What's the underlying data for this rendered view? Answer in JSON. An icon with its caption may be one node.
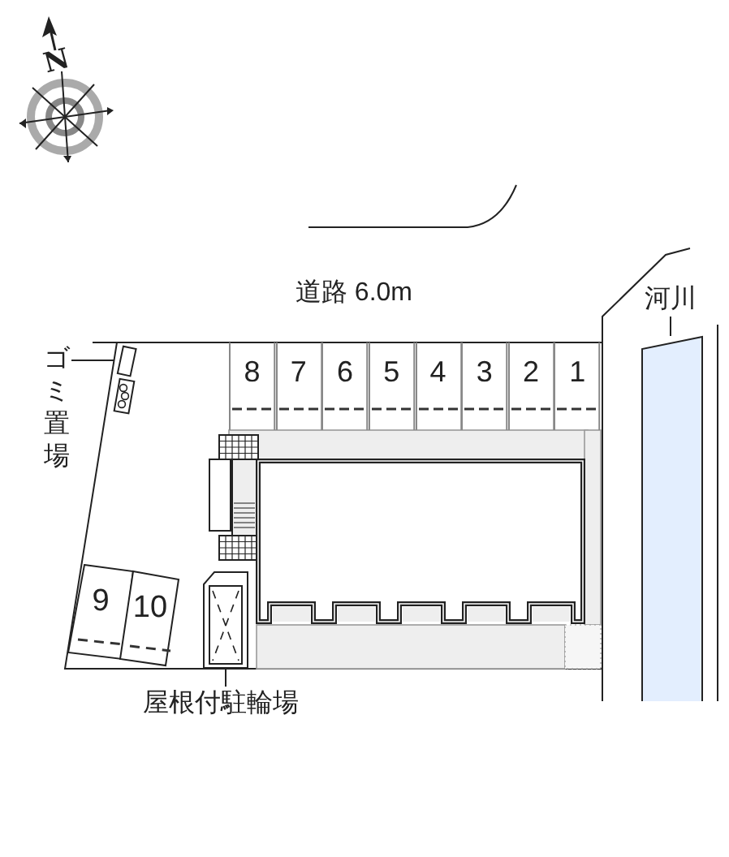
{
  "diagram": {
    "nodes": [
      {
        "text": [
          "8"
        ]
      },
      {
        "text": [
          "7"
        ]
      },
      {
        "text": [
          "6"
        ]
      },
      {
        "text": [
          "5"
        ]
      },
      {
        "text": [
          "4"
        ]
      },
      {
        "text": [
          "3"
        ]
      },
      {
        "text": [
          "2"
        ]
      },
      {
        "text": [
          "1"
        ]
      },
      {
        "text": [
          "9"
        ]
      },
      {
        "text": [
          "10"
        ]
      },
      {
        "text": [
          "ゴミ置場"
        ]
      },
      {
        "text": [],
        "shape": "box"
      },
      {
        "text": [
          "屋根付駐輪場"
        ]
      },
      {
        "text": [],
        "shape": "box"
      },
      {
        "text": [
          "河川"
        ]
      },
      {
        "text": [],
        "shape": "box"
      }
    ],
    "edges": [
      {
        "from": 10,
        "to": 11,
        "arrow": "none"
      },
      {
        "from": 12,
        "to": 13,
        "arrow": "none"
      },
      {
        "from": 14,
        "to": 15,
        "arrow": "none"
      }
    ],
    "labels": [
      "N",
      "道路 6.0m"
    ]
  }
}
